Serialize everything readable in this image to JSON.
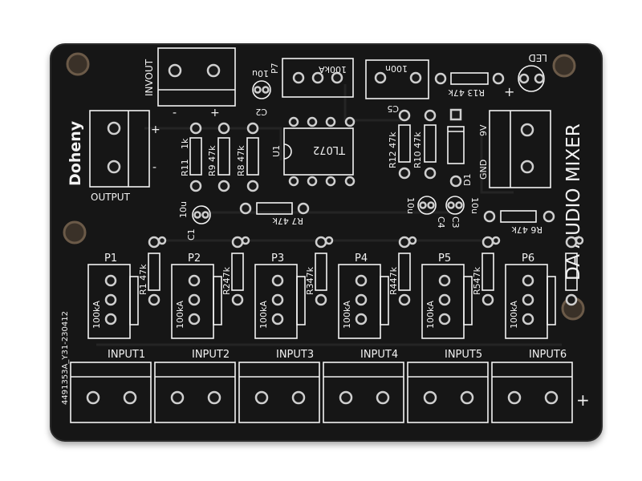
{
  "board": {
    "brand": "Doheny",
    "title": "DA AUDIO MIXER",
    "lot_code": "4491353A_Y31-230412"
  },
  "connectors": {
    "invout": "INVOUT",
    "output": "OUTPUT",
    "minus": "-",
    "plus": "+",
    "nine_v": "9V",
    "gnd": "GND",
    "led": "LED",
    "input_plus": "+"
  },
  "inputs": [
    "INPUT1",
    "INPUT2",
    "INPUT3",
    "INPUT4",
    "INPUT5",
    "INPUT6"
  ],
  "pots": [
    {
      "ref": "P1",
      "value": "100kA",
      "res": "R1 47k"
    },
    {
      "ref": "P2",
      "value": "100kA",
      "res": "R247k"
    },
    {
      "ref": "P3",
      "value": "100kA",
      "res": "R347k"
    },
    {
      "ref": "P4",
      "value": "100kA",
      "res": "R447k"
    },
    {
      "ref": "P5",
      "value": "100kA",
      "res": "R547k"
    },
    {
      "ref": "P6",
      "value": "100kA",
      "res": ""
    }
  ],
  "parts": {
    "p7": "P7",
    "p7_value": "100kA",
    "c5_value": "100n",
    "c5": "C5",
    "r13": "R13 47k",
    "c2_value": "10u",
    "c2": "C2",
    "u1": "U1",
    "u1_value": "TL072",
    "r11": "R11",
    "r11_value": "1k",
    "r9": "R9 47k",
    "r8": "R8 47k",
    "r12": "R12 47k",
    "r10": "R10 47k",
    "d1": "D1",
    "c1_value": "10u",
    "c1": "C1",
    "r7": "R7 47k",
    "c4_value": "10u",
    "c4": "C4",
    "c3_value": "10u",
    "c3": "C3",
    "r6": "R6 47k"
  }
}
